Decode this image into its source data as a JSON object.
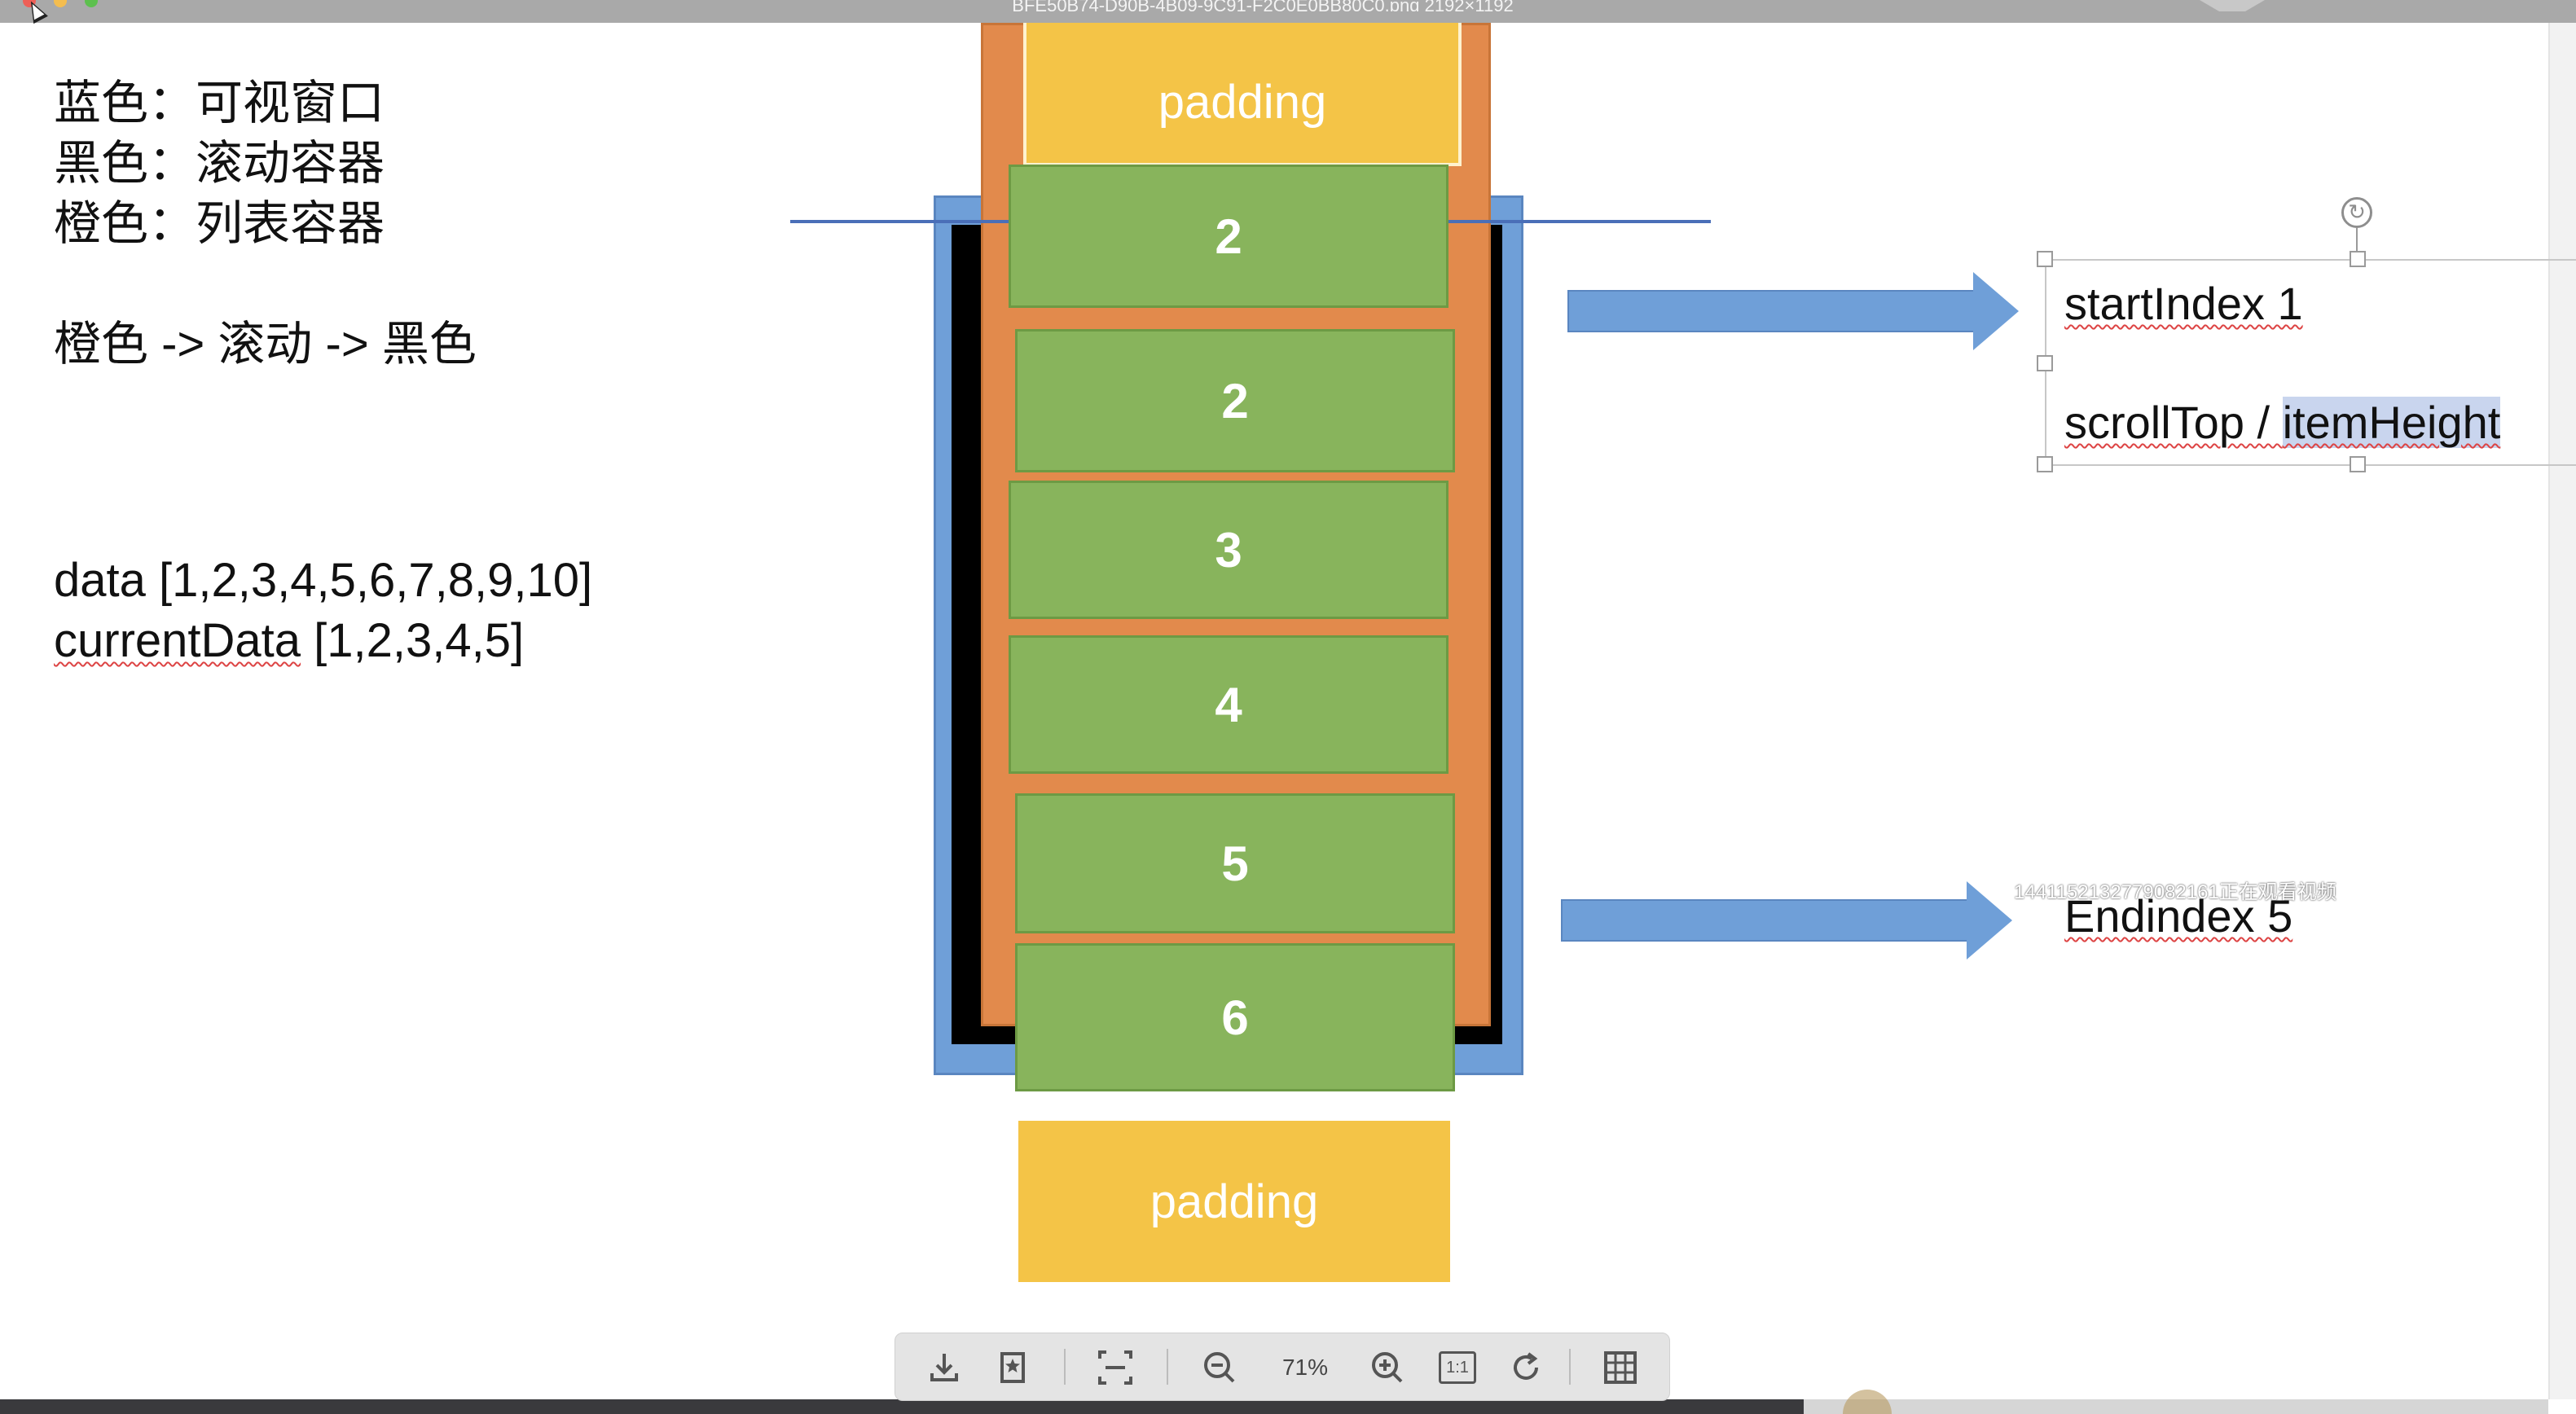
{
  "window": {
    "title": "BFE50B74-D90B-4B09-9C91-F2C0E0BB80C0.png  2192×1192"
  },
  "notes": {
    "legend": [
      "蓝色：可视窗口",
      "黑色：滚动容器",
      "橙色：列表容器"
    ],
    "flow": "橙色 -> 滚动 -> 黑色",
    "data_line_label": "data",
    "data_line_value": "[1,2,3,4,5,6,7,8,9,10]",
    "current_line_label": "currentData",
    "current_line_value": "[1,2,3,4,5]"
  },
  "diagram": {
    "padding_top": "padding",
    "padding_bottom": "padding",
    "items": [
      "2",
      "2",
      "3",
      "4",
      "5",
      "6"
    ],
    "colors": {
      "viewport_blue": "#6f9fd8",
      "scroll_black": "#000000",
      "list_orange": "#e28a4c",
      "padding_yellow": "#f4c447",
      "item_green": "#88b45c"
    }
  },
  "annotations": {
    "start_index": "startIndex 1",
    "formula_prefix": "scrollTop / ",
    "formula_highlight": "itemHeight",
    "end_index": "Endindex 5",
    "watermark": "1441152132779082161正在观看视频"
  },
  "toolbar": {
    "zoom": "71%",
    "icons": [
      "download-icon",
      "bookmark-icon",
      "crop-icon",
      "zoom-out-icon",
      "zoom-in-icon",
      "actual-size-icon",
      "rotate-icon",
      "grid-icon"
    ],
    "actual_size_label": "1:1"
  }
}
